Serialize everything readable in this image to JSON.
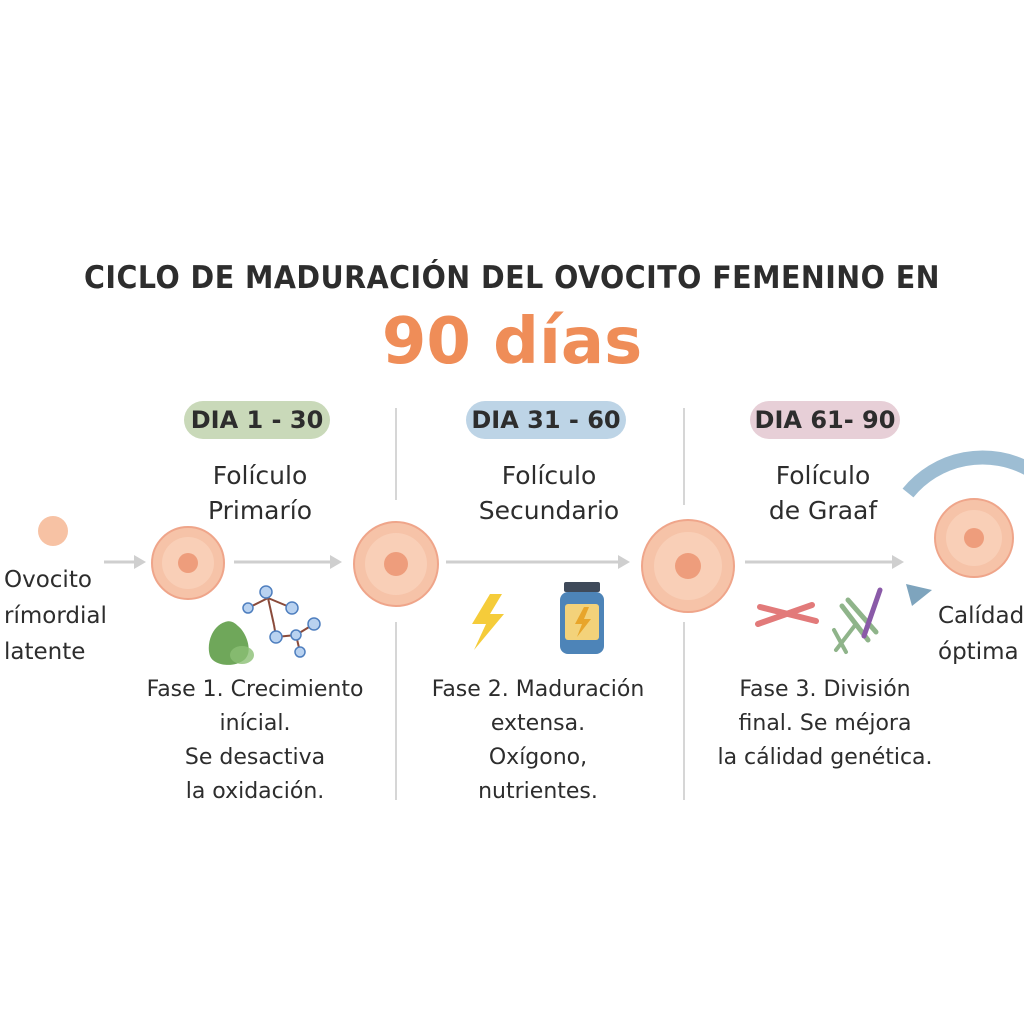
{
  "header": {
    "title": "CICLO DE MADURACIÓN DEL OVOCITO FEMENINO EN",
    "highlight": "90 días"
  },
  "start_label": "Ovocito\nrímordial\nlatente",
  "end_label": "Calídad\nóptima",
  "phases": [
    {
      "badge": "DIA 1 - 30",
      "follicle": "Folículo\nPrimarío",
      "description": "Fase 1. Crecimiento\ninícial.\nSe desactiva\nla oxidación.",
      "icons": [
        "avocado-icon",
        "molecule-icon"
      ]
    },
    {
      "badge": "DIA 31 - 60",
      "follicle": "Folículo\nSecundario",
      "description": "Fase 2. Maduración\nextensa.\nOxígono,\nnutrientes.",
      "icons": [
        "lightning-icon",
        "supplement-jar-icon"
      ]
    },
    {
      "badge": "DIA 61- 90",
      "follicle": "Folículo\nde Graaf",
      "description": "Fase 3. División\nfinal. Se méjora\nla cálidad genética.",
      "icons": [
        "chromosome-icon",
        "chromosome-icon"
      ]
    }
  ],
  "colors": {
    "accent": "#ef8d58",
    "cell_outer": "#f7c9ae",
    "cell_nucleus": "#ee9d7c",
    "badge_green": "#c9d9b9",
    "badge_blue": "#bdd4e6",
    "badge_pink": "#e7cfd7",
    "cycle_arc": "#9dbdd3"
  }
}
